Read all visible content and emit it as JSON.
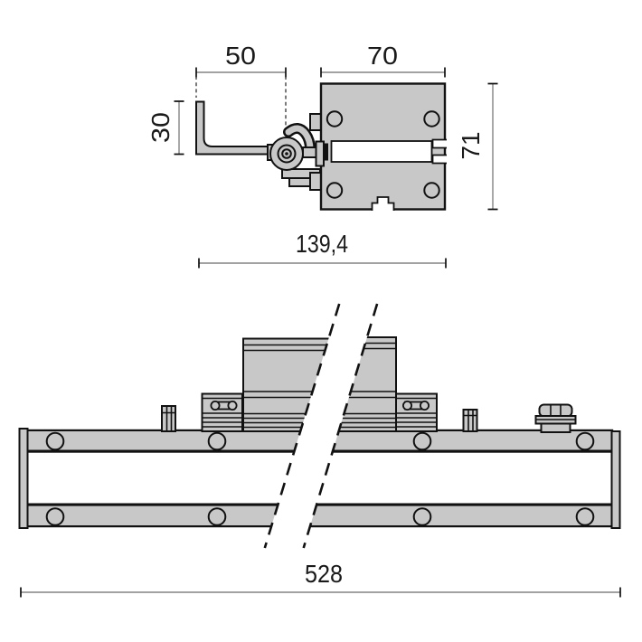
{
  "drawing": {
    "type": "technical dimension drawing",
    "subject": "linear luminaire with swivel mounting bracket",
    "views": {
      "end_view": "end view with mounting bracket and swivel joint",
      "side_view": "side view with break lines (length truncated)"
    }
  },
  "colors": {
    "part_fill": "#c8c8c8",
    "outline": "#111111",
    "dim_line": "#848484",
    "background": "#ffffff"
  },
  "dims": {
    "bracket_offset": "50",
    "bracket_height": "30",
    "body_width": "70",
    "body_height": "71",
    "end_view_overall": "139,4",
    "overall_length": "528"
  }
}
